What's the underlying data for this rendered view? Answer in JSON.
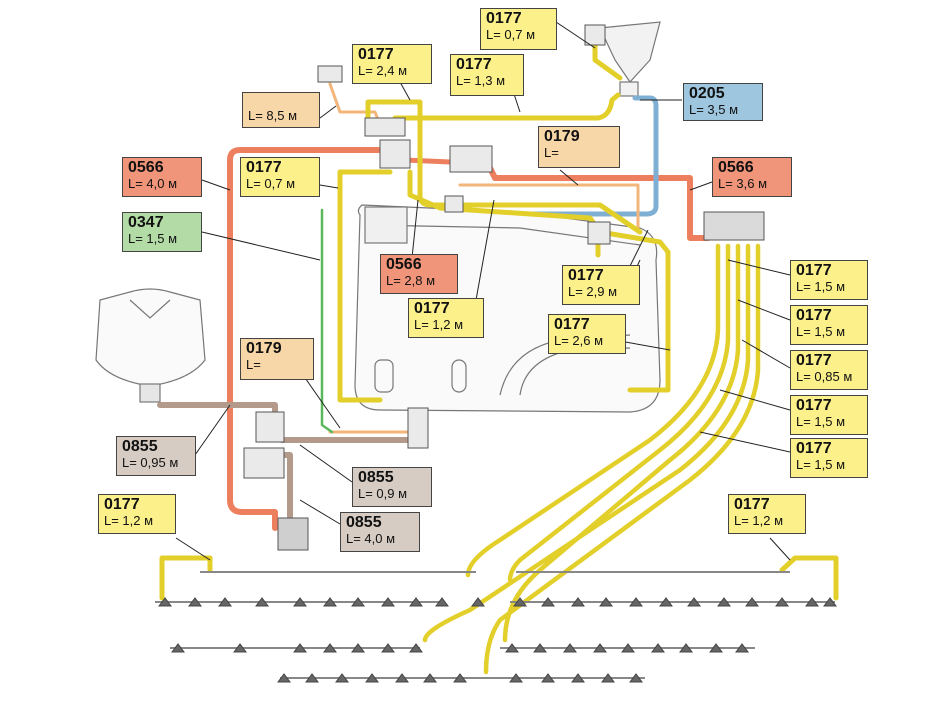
{
  "labels": [
    {
      "id": "l1",
      "code": "0177",
      "len": "L= 0,7 м",
      "color": "yellow"
    },
    {
      "id": "l2",
      "code": "0177",
      "len": "L= 2,4 м",
      "color": "yellow"
    },
    {
      "id": "l3",
      "code": "0177",
      "len": "L= 1,3 м",
      "color": "yellow"
    },
    {
      "id": "l4",
      "code": "0205",
      "len": "L= 3,5 м",
      "color": "blue"
    },
    {
      "id": "l5",
      "code": "",
      "len": "L= 8,5 м",
      "color": "peach"
    },
    {
      "id": "l6",
      "code": "0179",
      "len": "L=",
      "color": "peach"
    },
    {
      "id": "l7",
      "code": "0566",
      "len": "L= 4,0 м",
      "color": "orange"
    },
    {
      "id": "l8",
      "code": "0177",
      "len": "L= 0,7 м",
      "color": "yellow"
    },
    {
      "id": "l9",
      "code": "0566",
      "len": "L= 3,6 м",
      "color": "orange"
    },
    {
      "id": "l10",
      "code": "0347",
      "len": "L= 1,5 м",
      "color": "green"
    },
    {
      "id": "l11",
      "code": "0566",
      "len": "L= 2,8 м",
      "color": "orange"
    },
    {
      "id": "l12",
      "code": "0177",
      "len": "L= 2,9 м",
      "color": "yellow"
    },
    {
      "id": "l13",
      "code": "0177",
      "len": "L= 1,5 м",
      "color": "yellow"
    },
    {
      "id": "l14",
      "code": "0177",
      "len": "L= 1,5 м",
      "color": "yellow"
    },
    {
      "id": "l15",
      "code": "0177",
      "len": "L= 1,2 м",
      "color": "yellow"
    },
    {
      "id": "l16",
      "code": "0177",
      "len": "L= 2,6 м",
      "color": "yellow"
    },
    {
      "id": "l17",
      "code": "0177",
      "len": "L= 0,85 м",
      "color": "yellow"
    },
    {
      "id": "l18",
      "code": "0179",
      "len": "L=",
      "color": "peach"
    },
    {
      "id": "l19",
      "code": "0177",
      "len": "L= 1,5 м",
      "color": "yellow"
    },
    {
      "id": "l20",
      "code": "0855",
      "len": "L= 0,95 м",
      "color": "grey"
    },
    {
      "id": "l21",
      "code": "0177",
      "len": "L= 1,5 м",
      "color": "yellow"
    },
    {
      "id": "l22",
      "code": "0855",
      "len": "L= 0,9 м",
      "color": "grey"
    },
    {
      "id": "l23",
      "code": "0855",
      "len": "L= 4,0 м",
      "color": "grey"
    },
    {
      "id": "l24",
      "code": "0177",
      "len": "L= 1,2 м",
      "color": "yellow"
    },
    {
      "id": "l25",
      "code": "0177",
      "len": "L= 1,2 м",
      "color": "yellow"
    }
  ],
  "hose_colors": {
    "yellow": "#e3cf2a",
    "orange": "#ee7f5e",
    "blue": "#7fb0d3",
    "green": "#5cb85c",
    "peach": "#f3b67a",
    "grey": "#b39a8a"
  }
}
